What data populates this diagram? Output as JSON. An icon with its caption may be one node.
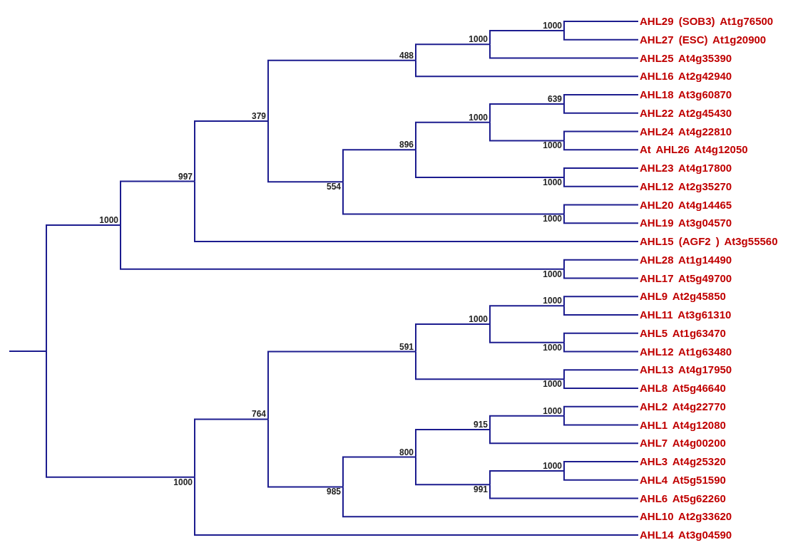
{
  "diagram": {
    "nodes": [
      {
        "text": [
          "1000"
        ]
      },
      {
        "text": [
          "997"
        ]
      },
      {
        "text": [
          "379"
        ]
      },
      {
        "text": [
          "488"
        ]
      },
      {
        "text": [
          "1000"
        ]
      },
      {
        "text": [
          "1000"
        ]
      },
      {
        "text": [
          "AHL29 (SOB3) At1g76500"
        ]
      },
      {
        "text": [
          "AHL27 (ESC) At1g20900"
        ]
      },
      {
        "text": [
          "AHL25 At4g35390"
        ]
      },
      {
        "text": [
          "AHL16 At2g42940"
        ]
      },
      {
        "text": [
          "554"
        ]
      },
      {
        "text": [
          "896"
        ]
      },
      {
        "text": [
          "1000"
        ]
      },
      {
        "text": [
          "639"
        ]
      },
      {
        "text": [
          "AHL18 At3g60870"
        ]
      },
      {
        "text": [
          "AHL22 At2g45430"
        ]
      },
      {
        "text": [
          "1000"
        ]
      },
      {
        "text": [
          "AHL24 At4g22810"
        ]
      },
      {
        "text": [
          "At AHL26 At4g12050"
        ]
      },
      {
        "text": [
          "1000"
        ]
      },
      {
        "text": [
          "AHL23 At4g17800"
        ]
      },
      {
        "text": [
          "AHL12 At2g35270"
        ]
      },
      {
        "text": [
          "1000"
        ]
      },
      {
        "text": [
          "AHL20 At4g14465"
        ]
      },
      {
        "text": [
          "AHL19 At3g04570"
        ]
      },
      {
        "text": [
          "AHL15 (AGF2 ) At3g55560"
        ]
      },
      {
        "text": [
          "1000"
        ]
      },
      {
        "text": [
          "AHL28 At1g14490"
        ]
      },
      {
        "text": [
          "AHL17 At5g49700"
        ]
      },
      {
        "text": [
          "1000"
        ]
      },
      {
        "text": [
          "764"
        ]
      },
      {
        "text": [
          "591"
        ]
      },
      {
        "text": [
          "1000"
        ]
      },
      {
        "text": [
          "1000"
        ]
      },
      {
        "text": [
          "AHL9 At2g45850"
        ]
      },
      {
        "text": [
          "AHL11 At3g61310"
        ]
      },
      {
        "text": [
          "1000"
        ]
      },
      {
        "text": [
          "AHL5 At1g63470"
        ]
      },
      {
        "text": [
          "AHL12 At1g63480"
        ]
      },
      {
        "text": [
          "1000"
        ]
      },
      {
        "text": [
          "AHL13 At4g17950"
        ]
      },
      {
        "text": [
          "AHL8 At5g46640"
        ]
      },
      {
        "text": [
          "985"
        ]
      },
      {
        "text": [
          "800"
        ]
      },
      {
        "text": [
          "915"
        ]
      },
      {
        "text": [
          "1000"
        ]
      },
      {
        "text": [
          "AHL2 At4g22770"
        ]
      },
      {
        "text": [
          "AHL1 At4g12080"
        ]
      },
      {
        "text": [
          "AHL7 At4g00200"
        ]
      },
      {
        "text": [
          "991"
        ]
      },
      {
        "text": [
          "1000"
        ]
      },
      {
        "text": [
          "AHL3 At4g25320"
        ]
      },
      {
        "text": [
          "AHL4 At5g51590"
        ]
      },
      {
        "text": [
          "AHL6 At5g62260"
        ]
      },
      {
        "text": [
          "AHL10 At2g33620"
        ]
      },
      {
        "text": [
          "AHL14 At3g04590"
        ]
      }
    ],
    "edges": [
      {
        "from": null,
        "to": 0,
        "arrow": "none"
      },
      {
        "from": null,
        "to": 29,
        "arrow": "none"
      },
      {
        "from": 0,
        "to": 1,
        "arrow": "none"
      },
      {
        "from": 0,
        "to": 26,
        "arrow": "none"
      },
      {
        "from": 1,
        "to": 2,
        "arrow": "none"
      },
      {
        "from": 1,
        "to": 25,
        "arrow": "none"
      },
      {
        "from": 2,
        "to": 3,
        "arrow": "none"
      },
      {
        "from": 2,
        "to": 10,
        "arrow": "none"
      },
      {
        "from": 3,
        "to": 4,
        "arrow": "none"
      },
      {
        "from": 3,
        "to": 9,
        "arrow": "none"
      },
      {
        "from": 4,
        "to": 5,
        "arrow": "none"
      },
      {
        "from": 4,
        "to": 8,
        "arrow": "none"
      },
      {
        "from": 5,
        "to": 6,
        "arrow": "none"
      },
      {
        "from": 5,
        "to": 7,
        "arrow": "none"
      },
      {
        "from": 10,
        "to": 11,
        "arrow": "none"
      },
      {
        "from": 10,
        "to": 22,
        "arrow": "none"
      },
      {
        "from": 11,
        "to": 12,
        "arrow": "none"
      },
      {
        "from": 11,
        "to": 19,
        "arrow": "none"
      },
      {
        "from": 12,
        "to": 13,
        "arrow": "none"
      },
      {
        "from": 12,
        "to": 16,
        "arrow": "none"
      },
      {
        "from": 13,
        "to": 14,
        "arrow": "none"
      },
      {
        "from": 13,
        "to": 15,
        "arrow": "none"
      },
      {
        "from": 16,
        "to": 17,
        "arrow": "none"
      },
      {
        "from": 16,
        "to": 18,
        "arrow": "none"
      },
      {
        "from": 19,
        "to": 20,
        "arrow": "none"
      },
      {
        "from": 19,
        "to": 21,
        "arrow": "none"
      },
      {
        "from": 22,
        "to": 23,
        "arrow": "none"
      },
      {
        "from": 22,
        "to": 24,
        "arrow": "none"
      },
      {
        "from": 26,
        "to": 27,
        "arrow": "none"
      },
      {
        "from": 26,
        "to": 28,
        "arrow": "none"
      },
      {
        "from": 29,
        "to": 30,
        "arrow": "none"
      },
      {
        "from": 29,
        "to": 55,
        "arrow": "none"
      },
      {
        "from": 30,
        "to": 31,
        "arrow": "none"
      },
      {
        "from": 30,
        "to": 42,
        "arrow": "none"
      },
      {
        "from": 31,
        "to": 32,
        "arrow": "none"
      },
      {
        "from": 31,
        "to": 39,
        "arrow": "none"
      },
      {
        "from": 32,
        "to": 33,
        "arrow": "none"
      },
      {
        "from": 32,
        "to": 36,
        "arrow": "none"
      },
      {
        "from": 33,
        "to": 34,
        "arrow": "none"
      },
      {
        "from": 33,
        "to": 35,
        "arrow": "none"
      },
      {
        "from": 36,
        "to": 37,
        "arrow": "none"
      },
      {
        "from": 36,
        "to": 38,
        "arrow": "none"
      },
      {
        "from": 39,
        "to": 40,
        "arrow": "none"
      },
      {
        "from": 39,
        "to": 41,
        "arrow": "none"
      },
      {
        "from": 42,
        "to": 43,
        "arrow": "none"
      },
      {
        "from": 42,
        "to": 54,
        "arrow": "none"
      },
      {
        "from": 43,
        "to": 44,
        "arrow": "none"
      },
      {
        "from": 43,
        "to": 49,
        "arrow": "none"
      },
      {
        "from": 44,
        "to": 45,
        "arrow": "none"
      },
      {
        "from": 44,
        "to": 48,
        "arrow": "none"
      },
      {
        "from": 45,
        "to": 46,
        "arrow": "none"
      },
      {
        "from": 45,
        "to": 47,
        "arrow": "none"
      },
      {
        "from": 49,
        "to": 50,
        "arrow": "none"
      },
      {
        "from": 49,
        "to": 53,
        "arrow": "none"
      },
      {
        "from": 50,
        "to": 51,
        "arrow": "none"
      },
      {
        "from": 50,
        "to": 52,
        "arrow": "none"
      }
    ]
  }
}
